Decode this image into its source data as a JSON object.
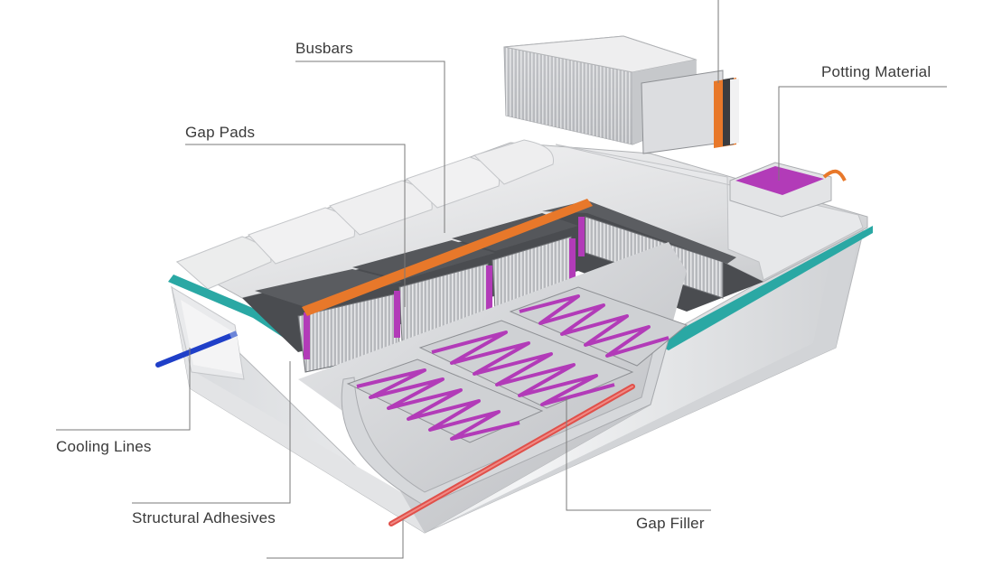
{
  "labels": {
    "busbars": "Busbars",
    "potting_material": "Potting Material",
    "gap_pads": "Gap Pads",
    "cooling_lines": "Cooling Lines",
    "structural_adhesives": "Structural Adhesives",
    "gap_filler": "Gap Filler"
  },
  "colors": {
    "accent_magenta": "#b23bb8",
    "accent_orange": "#e8782a",
    "teal_seal": "#2aa8a4",
    "coolant_red": "#e0504a",
    "coolant_blue": "#1f3fc8",
    "leader_line": "#7a7a7a"
  }
}
